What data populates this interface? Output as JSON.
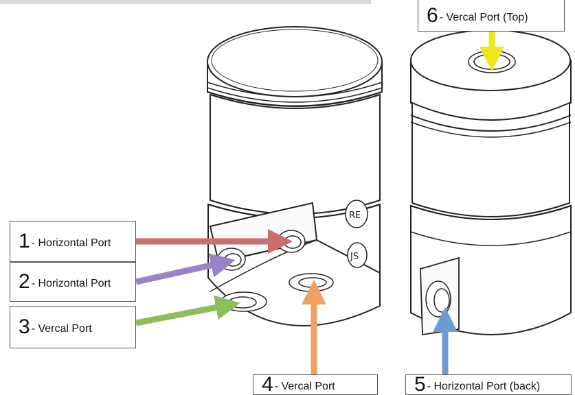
{
  "callouts": [
    {
      "num": "1",
      "text": "- Horizontal Port",
      "color": "#c86e6e"
    },
    {
      "num": "2",
      "text": "- Horizontal Port",
      "color": "#9a82c8"
    },
    {
      "num": "3",
      "text": "- Vercal Port",
      "color": "#8cbe5a"
    },
    {
      "num": "4",
      "text": "- Vercal Port",
      "color": "#f0a064"
    },
    {
      "num": "5",
      "text": "- Horizontal Port (back)",
      "color": "#6e9ad2"
    },
    {
      "num": "6",
      "text": "- Vercal Port (Top)",
      "color": "#f0e61e"
    }
  ]
}
